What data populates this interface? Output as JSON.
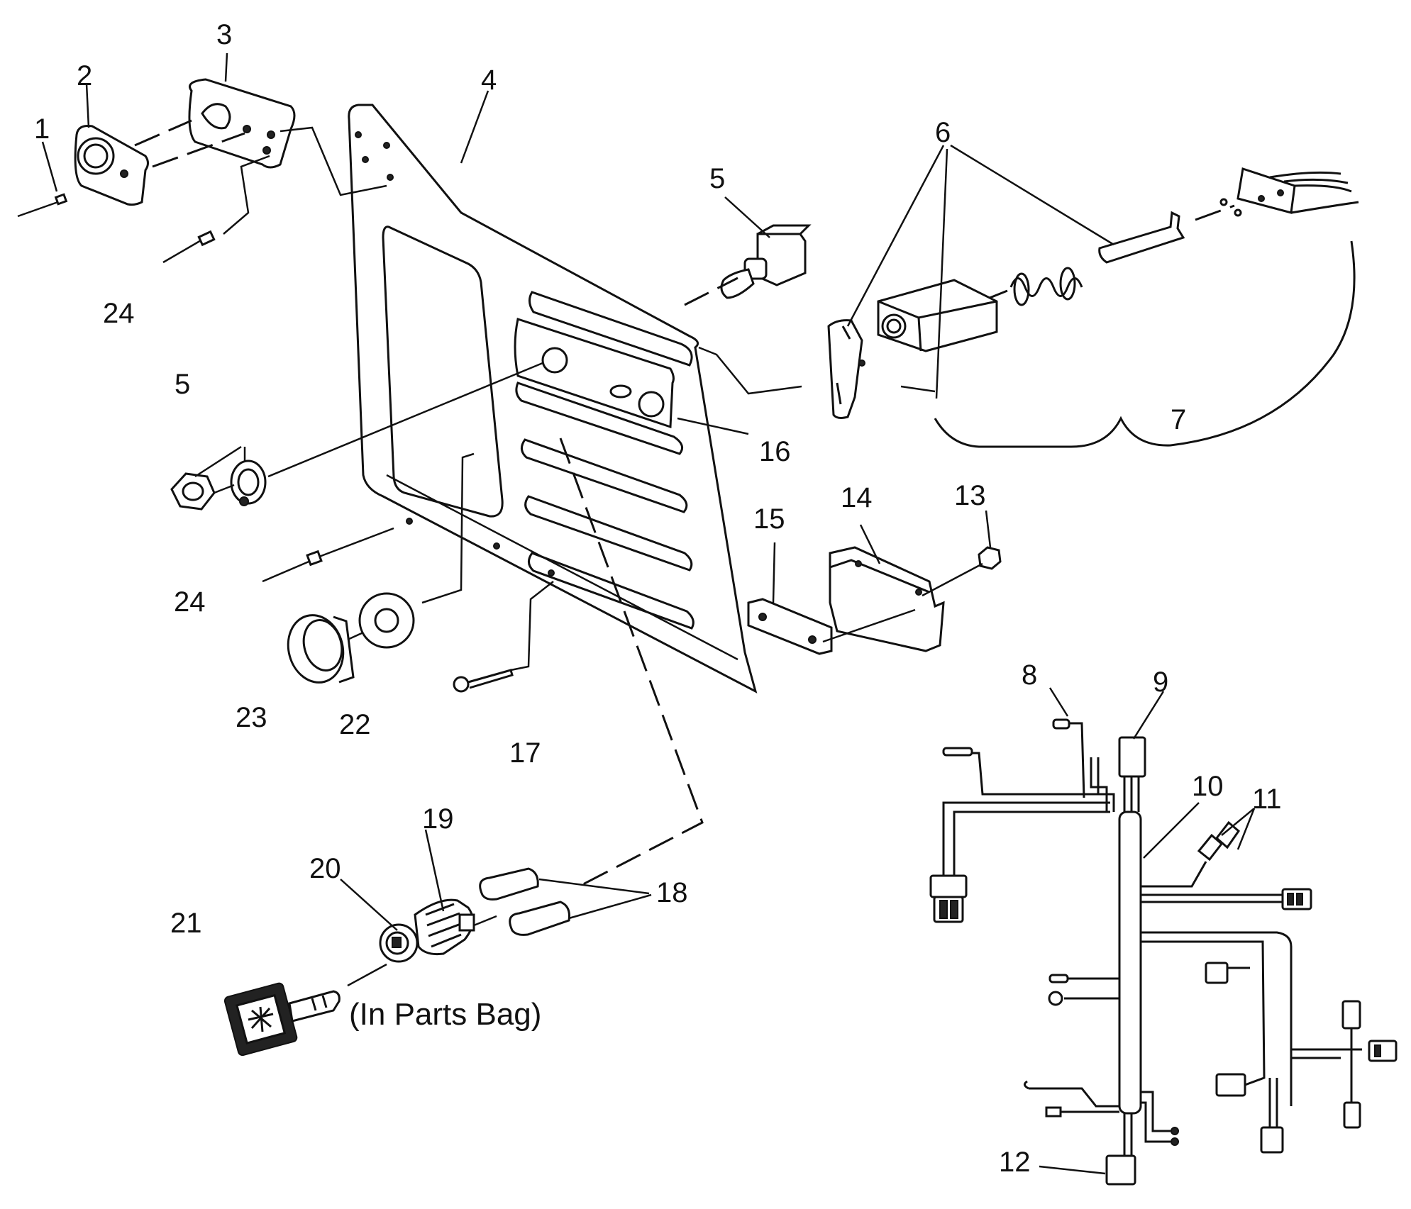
{
  "diagram": {
    "callouts": {
      "c1": "1",
      "c2": "2",
      "c3": "3",
      "c4": "4",
      "c5a": "5",
      "c5b": "5",
      "c6": "6",
      "c7": "7",
      "c8": "8",
      "c9": "9",
      "c10": "10",
      "c11": "11",
      "c12": "12",
      "c13": "13",
      "c14": "14",
      "c15": "15",
      "c16": "16",
      "c17": "17",
      "c18": "18",
      "c19": "19",
      "c20": "20",
      "c21": "21",
      "c22": "22",
      "c23": "23",
      "c24a": "24",
      "c24b": "24"
    },
    "note": "(In Parts Bag)"
  }
}
